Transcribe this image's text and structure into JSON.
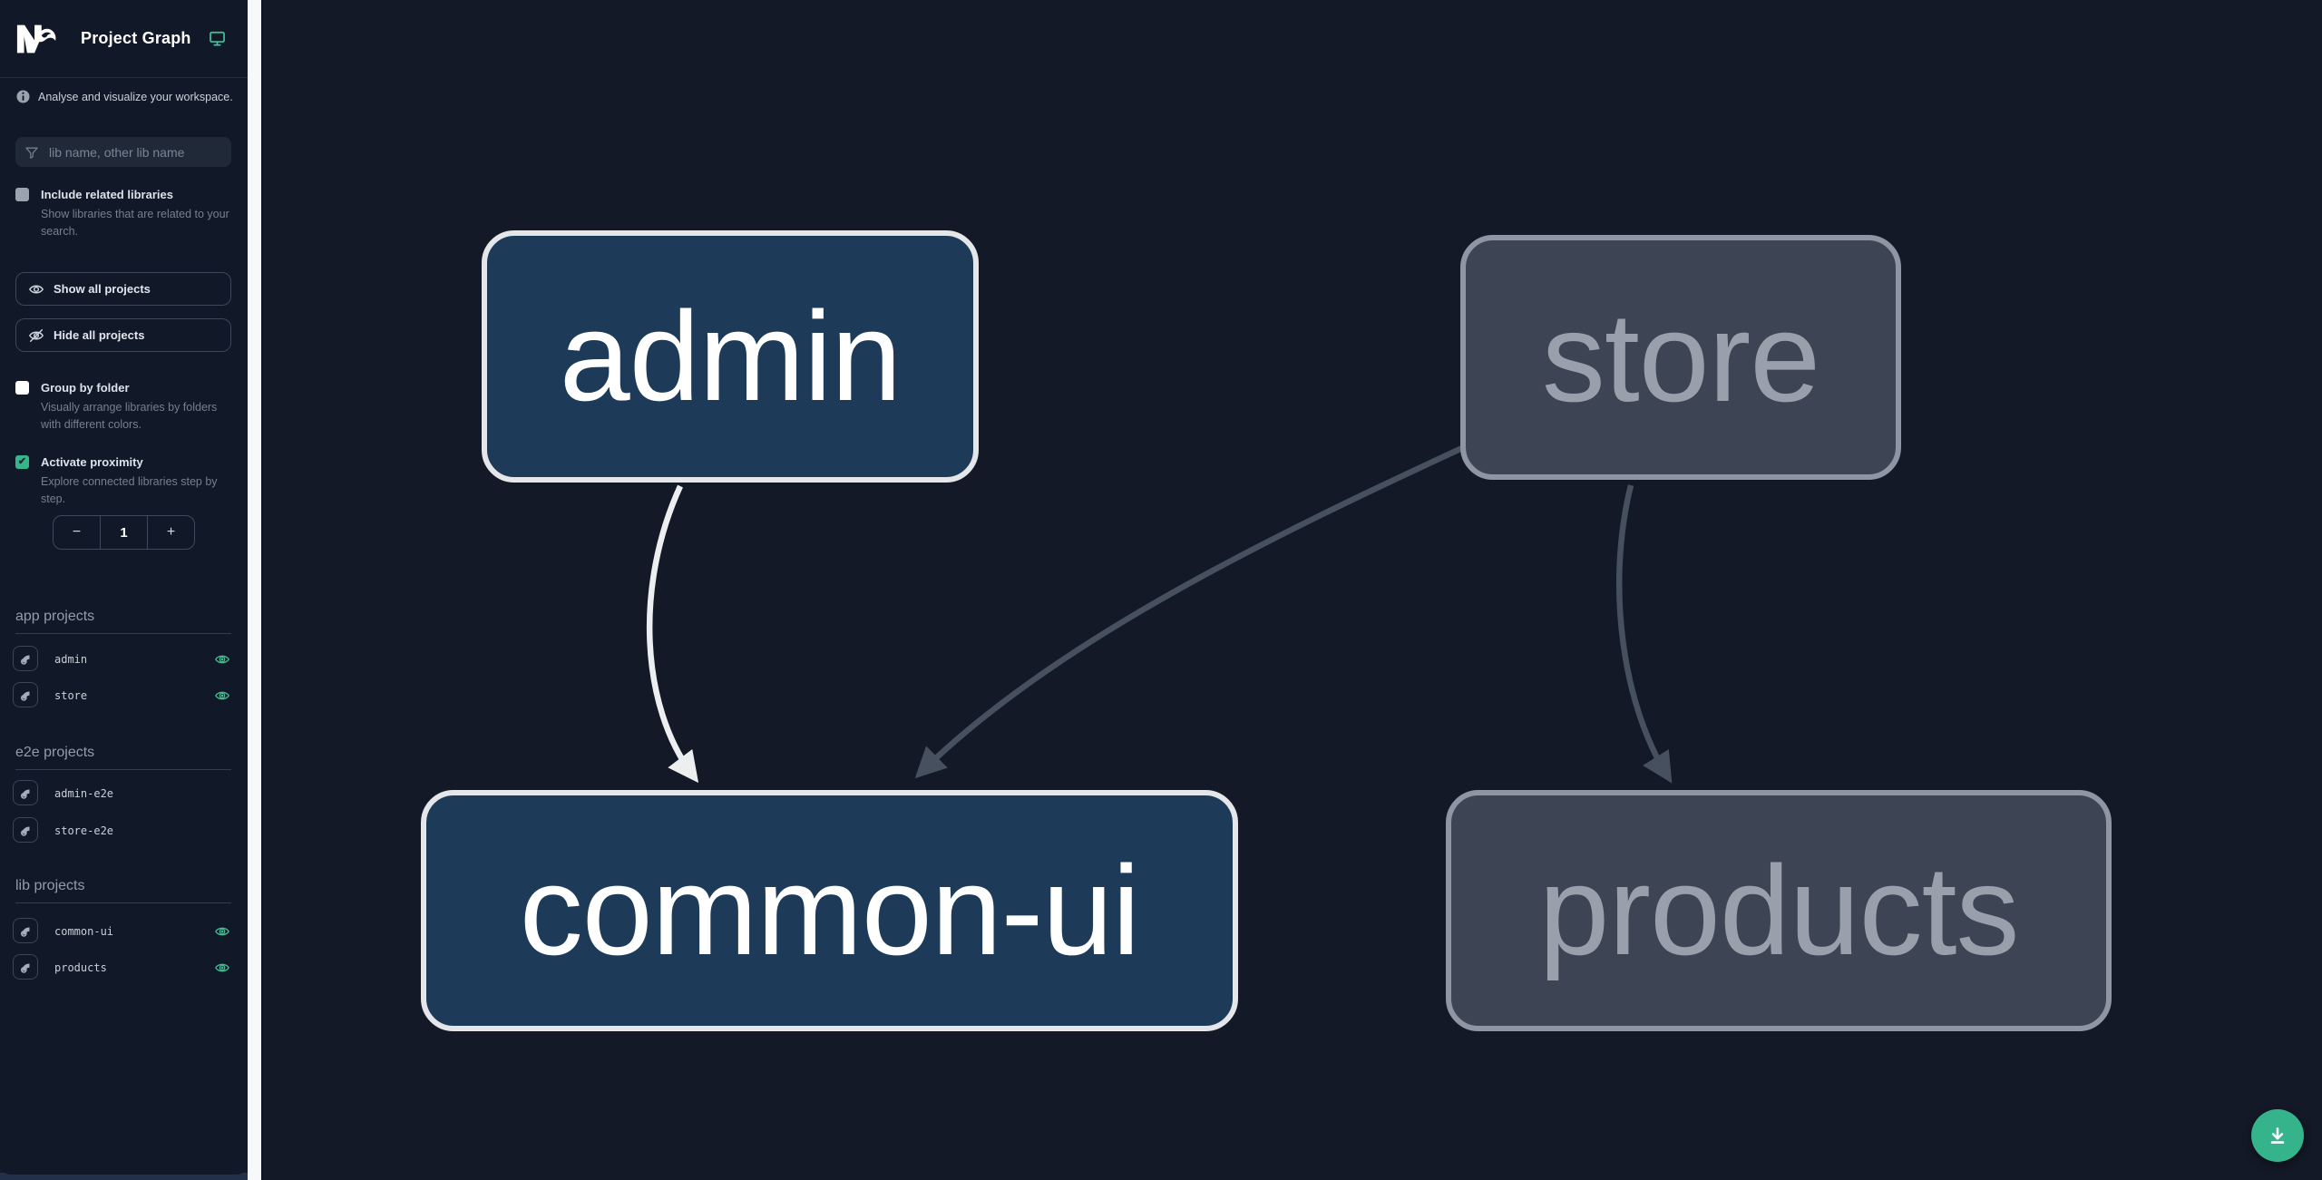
{
  "header": {
    "title": "Project Graph",
    "logo": "nx-logo",
    "environment_icon": "monitor-icon"
  },
  "sidebar": {
    "info_text": "Analyse and visualize your workspace.",
    "search": {
      "placeholder": "lib name, other lib name",
      "value": ""
    },
    "include_related": {
      "label": "Include related libraries",
      "description": "Show libraries that are related to your search.",
      "checked": false
    },
    "buttons": {
      "show_all": "Show all projects",
      "hide_all": "Hide all projects"
    },
    "group_by_folder": {
      "label": "Group by folder",
      "description": "Visually arrange libraries by folders with different colors.",
      "checked": false
    },
    "proximity": {
      "label": "Activate proximity",
      "description": "Explore connected libraries step by step.",
      "checked": true,
      "decrement": "−",
      "value": "1",
      "increment": "+"
    },
    "sections": [
      {
        "title": "app projects",
        "items": [
          {
            "name": "admin",
            "visible": true
          },
          {
            "name": "store",
            "visible": true
          }
        ]
      },
      {
        "title": "e2e projects",
        "items": [
          {
            "name": "admin-e2e",
            "visible": false
          },
          {
            "name": "store-e2e",
            "visible": false
          }
        ]
      },
      {
        "title": "lib projects",
        "items": [
          {
            "name": "common-ui",
            "visible": true
          },
          {
            "name": "products",
            "visible": true
          }
        ]
      }
    ]
  },
  "graph": {
    "nodes": [
      {
        "id": "admin",
        "label": "admin",
        "type": "app",
        "highlighted": true
      },
      {
        "id": "store",
        "label": "store",
        "type": "app",
        "highlighted": false
      },
      {
        "id": "common-ui",
        "label": "common-ui",
        "type": "lib",
        "highlighted": true
      },
      {
        "id": "products",
        "label": "products",
        "type": "lib",
        "highlighted": false
      }
    ],
    "edges": [
      {
        "source": "admin",
        "target": "common-ui",
        "highlighted": true
      },
      {
        "source": "store",
        "target": "common-ui",
        "highlighted": false
      },
      {
        "source": "store",
        "target": "products",
        "highlighted": false
      }
    ]
  },
  "fab": {
    "icon": "download-icon"
  },
  "colors": {
    "background": "#131927",
    "sidebar_background": "#111827",
    "accent_teal": "#35b48b",
    "eye_green": "#43bb8f",
    "node_active_fill": "#1d3b59",
    "node_active_border": "#e4e6e9",
    "node_inactive_fill": "#3d4454",
    "node_inactive_border": "#8f96a3",
    "edge_light": "#eceef0",
    "edge_dim": "#47505f"
  }
}
